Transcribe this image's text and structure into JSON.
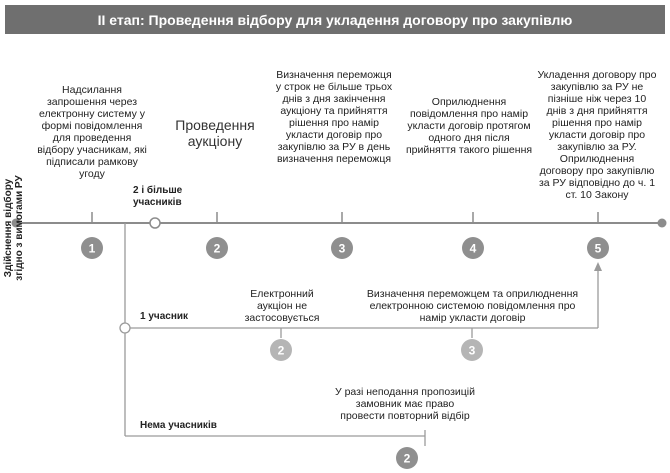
{
  "header": {
    "title": "ІІ етап: Проведення відбору для укладення договору про закупівлю"
  },
  "side_label": "Здійснення відбору згідно з вимогами РУ",
  "main_steps": [
    {
      "num": "1",
      "text": "Надсилання запрошення через електронну систему у формі повідомлення для проведення відбору учасникам, які підписали рамкову угоду"
    },
    {
      "num": "2",
      "text": "Проведення аукціону"
    },
    {
      "num": "3",
      "text": "Визначення переможця у строк не більше трьох днів з дня закінчення аукціону та прийняття рішення про намір укласти договір про закупівлю за РУ в день визначення переможця"
    },
    {
      "num": "4",
      "text": "Оприлюднення повідомлення про намір укласти договір протягом одного дня після прийняття такого рішення"
    },
    {
      "num": "5",
      "text": "Укладення договору про закупівлю за РУ не пізніше ніж через 10 днів з дня прийняття рішення про намір укласти договір про закупівлю за РУ. Оприлюднення договору про закупівлю за РУ відповідно до ч. 1 ст. 10 Закону"
    }
  ],
  "branches": {
    "two_or_more": "2 і більше учасників",
    "one": "1 учасник",
    "none": "Нема учасників"
  },
  "one_participant_steps": [
    {
      "num": "2",
      "text": "Електронний аукціон не застосовується"
    },
    {
      "num": "3",
      "text": "Визначення переможцем та оприлюднення електронною системою повідомлення про намір укласти договір"
    }
  ],
  "no_participant_step": {
    "num": "2",
    "text": "У разі неподання пропозицій замовник має право провести повторний відбір"
  },
  "colors": {
    "header_bg": "#6f6f6f",
    "main_line": "#8c8c8c",
    "main_circle": "#8f8f8f",
    "light_circle": "#b5b5b5",
    "branch_line": "#9a9a9a"
  }
}
